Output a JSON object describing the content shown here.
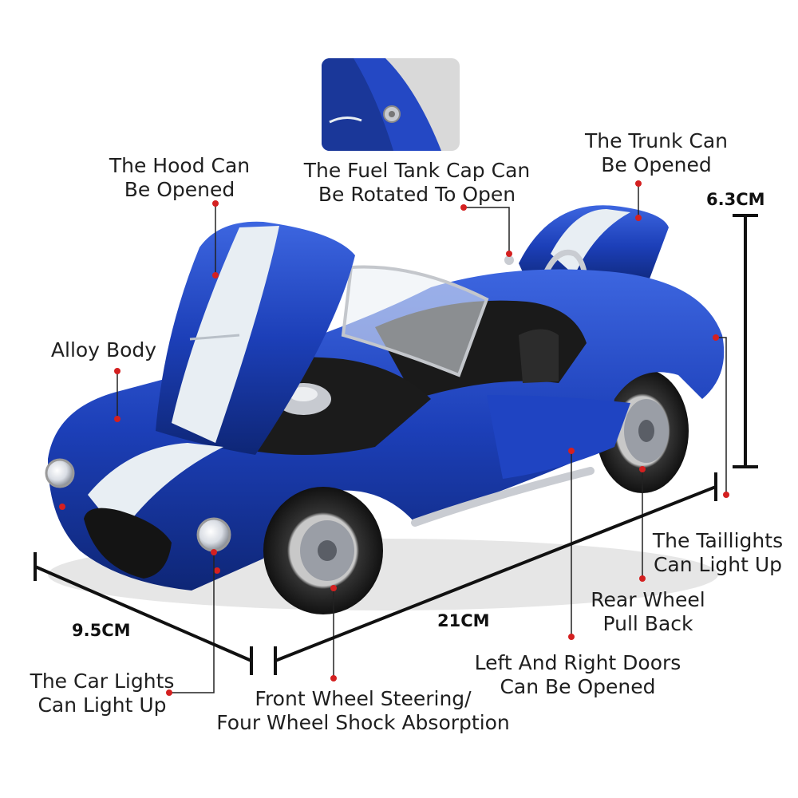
{
  "colors": {
    "car_blue": "#1c3fb8",
    "stripe": "#e8eef3",
    "dot": "#d42020",
    "line": "#222222"
  },
  "labels": {
    "hood": [
      "The Hood Can",
      "Be Opened"
    ],
    "fuel": [
      "The Fuel Tank Cap Can",
      "Be Rotated To Open"
    ],
    "trunk": [
      "The Trunk Can",
      "Be Opened"
    ],
    "alloy": "Alloy Body",
    "taillights": [
      "The Taillights",
      "Can Light Up"
    ],
    "rear_wheel": [
      "Rear Wheel",
      "Pull Back"
    ],
    "doors": [
      "Left And Right Doors",
      "Can Be Opened"
    ],
    "front_wheel": [
      "Front Wheel Steering/",
      "Four Wheel Shock Absorption"
    ],
    "car_lights": [
      "The Car Lights",
      "Can Light Up"
    ]
  },
  "dimensions": {
    "height": "6.3CM",
    "width": "9.5CM",
    "length": "21CM"
  },
  "icons": {
    "inset": "fuel-cap-closeup-photo",
    "product": "blue-roadster-diecast-model-photo"
  }
}
